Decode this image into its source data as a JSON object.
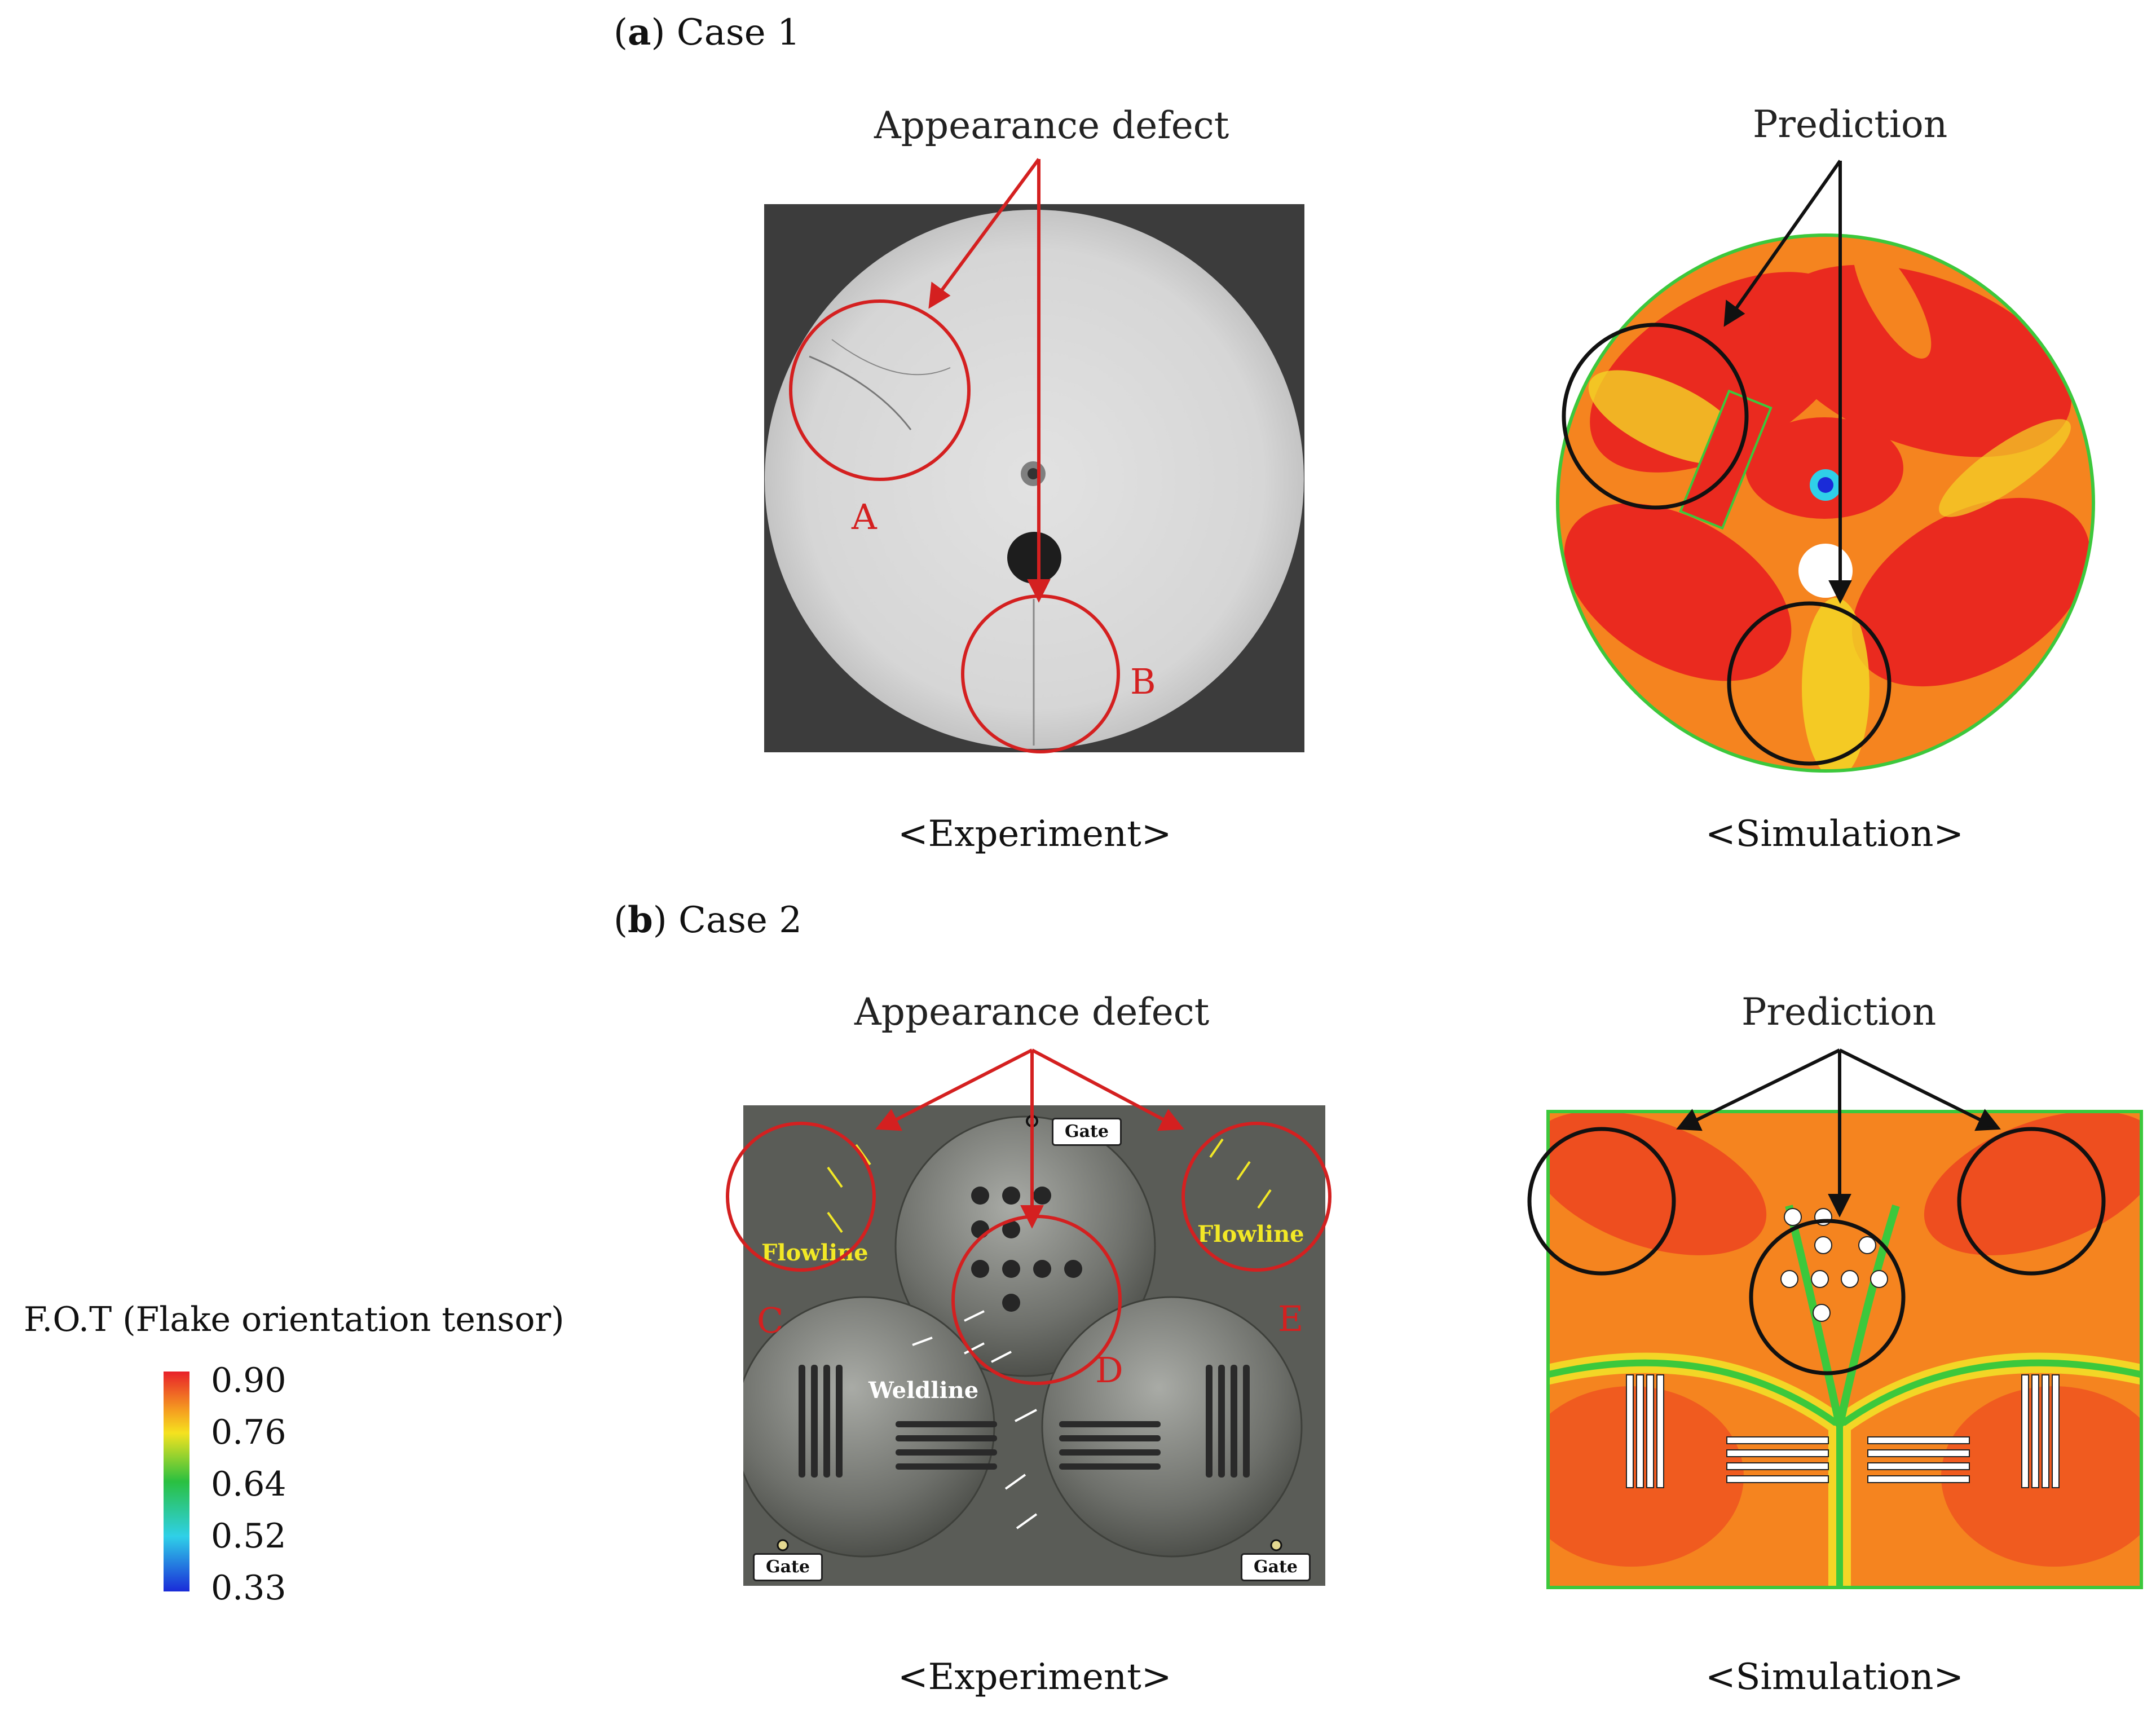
{
  "panels": {
    "a": {
      "label_letter": "a",
      "label_text": "Case 1"
    },
    "b": {
      "label_letter": "b",
      "label_text": "Case 2"
    }
  },
  "annotations": {
    "appearance_defect": "Appearance defect",
    "prediction": "Prediction",
    "experiment": "<Experiment>",
    "simulation": "<Simulation>"
  },
  "case1": {
    "circle_letters": [
      "A",
      "B"
    ]
  },
  "case2": {
    "circle_letters": [
      "C",
      "D",
      "E"
    ],
    "gate_label": "Gate",
    "flowline_label": "Flowline",
    "weldline_label": "Weldline"
  },
  "legend": {
    "title": "F.O.T (Flake orientation tensor)",
    "ticks": [
      "0.90",
      "0.76",
      "0.64",
      "0.52",
      "0.33"
    ],
    "colors": [
      "#e8202a",
      "#f5e21f",
      "#2ac040",
      "#2fd0e8",
      "#1a2bd8"
    ]
  },
  "colors": {
    "defect_red": "#d42020",
    "prediction_black": "#111111",
    "sim_red": "#ea2a1f",
    "sim_orange": "#f5841f",
    "sim_yellow": "#f3d626",
    "sim_green": "#3cc83c",
    "photo_gray": "#d7d7d7",
    "photo_dark": "#585a55"
  }
}
